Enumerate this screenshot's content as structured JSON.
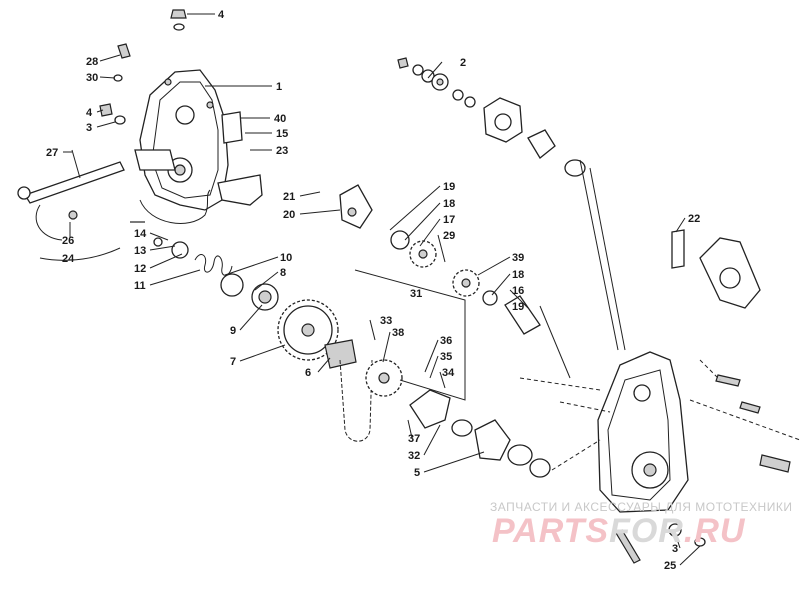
{
  "callouts": [
    {
      "id": "4a",
      "text": "4"
    },
    {
      "id": "28",
      "text": "28"
    },
    {
      "id": "30",
      "text": "30"
    },
    {
      "id": "1",
      "text": "1"
    },
    {
      "id": "4b",
      "text": "4"
    },
    {
      "id": "3a",
      "text": "3"
    },
    {
      "id": "40",
      "text": "40"
    },
    {
      "id": "15",
      "text": "15"
    },
    {
      "id": "23",
      "text": "23"
    },
    {
      "id": "27",
      "text": "27"
    },
    {
      "id": "26",
      "text": "26"
    },
    {
      "id": "24",
      "text": "24"
    },
    {
      "id": "2",
      "text": "2"
    },
    {
      "id": "21",
      "text": "21"
    },
    {
      "id": "20",
      "text": "20"
    },
    {
      "id": "19a",
      "text": "19"
    },
    {
      "id": "18a",
      "text": "18"
    },
    {
      "id": "17",
      "text": "17"
    },
    {
      "id": "29",
      "text": "29"
    },
    {
      "id": "22",
      "text": "22"
    },
    {
      "id": "14",
      "text": "14"
    },
    {
      "id": "13",
      "text": "13"
    },
    {
      "id": "12",
      "text": "12"
    },
    {
      "id": "11",
      "text": "11"
    },
    {
      "id": "10",
      "text": "10"
    },
    {
      "id": "8",
      "text": "8"
    },
    {
      "id": "39",
      "text": "39"
    },
    {
      "id": "18b",
      "text": "18"
    },
    {
      "id": "16",
      "text": "16"
    },
    {
      "id": "19b",
      "text": "19"
    },
    {
      "id": "31",
      "text": "31"
    },
    {
      "id": "9",
      "text": "9"
    },
    {
      "id": "7",
      "text": "7"
    },
    {
      "id": "33",
      "text": "33"
    },
    {
      "id": "38",
      "text": "38"
    },
    {
      "id": "36",
      "text": "36"
    },
    {
      "id": "35",
      "text": "35"
    },
    {
      "id": "6",
      "text": "6"
    },
    {
      "id": "34",
      "text": "34"
    },
    {
      "id": "37",
      "text": "37"
    },
    {
      "id": "32",
      "text": "32"
    },
    {
      "id": "5",
      "text": "5"
    },
    {
      "id": "3b",
      "text": "3"
    },
    {
      "id": "25",
      "text": "25"
    }
  ],
  "watermark": {
    "caption": "ЗАПЧАСТИ И АКСЕССУАРЫ ДЛЯ МОТОТЕХНИКИ",
    "logo_main": "PARTS",
    "logo_mid": "FOR",
    "logo_end": ".RU"
  },
  "colors": {
    "line": "#222222",
    "watermark_red": "#f4c2c7",
    "watermark_grey": "#d9d9d9"
  }
}
